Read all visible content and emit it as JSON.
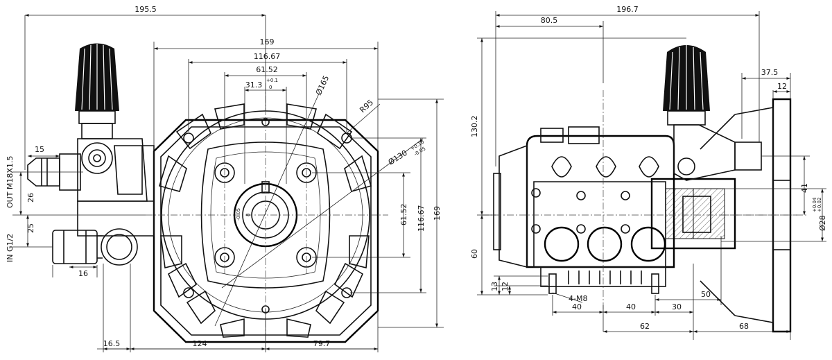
{
  "front_view": {
    "dims": {
      "overall_width": "195.5",
      "housing_width": "169",
      "bolt_circle_width": "116.67",
      "inner_width": "61.52",
      "shaft_key_width": "31.3",
      "shaft_key_tol_upper": "+0.1",
      "shaft_key_tol_lower": "0",
      "bore_dia": "Ø165",
      "corner_radius": "R95",
      "pilot_dia": "Ø130",
      "pilot_tol_upper": "+0.10",
      "pilot_tol_lower": "-0.05",
      "key_small": "8",
      "key_small_tol": "-0.05",
      "inlet_port_offset": "15",
      "outlet_label": "OUT M18X1.5",
      "inlet_label": "IN G1/2",
      "dim_26": "26",
      "dim_25": "25",
      "dim_16": "16",
      "vert_61_52": "61.52",
      "vert_116_67": "116.67",
      "vert_169": "169",
      "bottom_16_5": "16.5",
      "bottom_124": "124",
      "bottom_79_7": "79.7"
    }
  },
  "side_view": {
    "dims": {
      "overall_length": "196.7",
      "dim_80_5": "80.5",
      "dim_37_5": "37.5",
      "dim_12_top": "12",
      "height_130_2": "130.2",
      "height_60": "60",
      "dim_41": "41",
      "shaft_dia": "Ø28",
      "shaft_tol_upper": "+0.04",
      "shaft_tol_lower": "+0.02",
      "dim_13": "13",
      "dim_12_left": "12",
      "mount_holes": "4-M8",
      "dim_40_left": "40",
      "dim_40_right": "40",
      "dim_30": "30",
      "dim_50": "50",
      "dim_62": "62",
      "dim_68": "68"
    }
  }
}
